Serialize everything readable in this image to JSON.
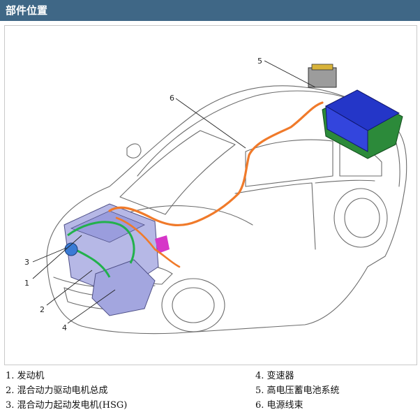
{
  "header": {
    "title": "部件位置"
  },
  "callouts": [
    "1",
    "2",
    "3",
    "4",
    "5",
    "6"
  ],
  "legend": [
    "1. 发动机",
    "2. 混合动力驱动电机总成",
    "3. 混合动力起动发电机(HSG)",
    "4. 变速器",
    "5. 高电压蓄电池系统",
    "6. 电源线束"
  ],
  "colors": {
    "header": "#3f6786",
    "harness": "#f07a2a",
    "battery": "#2436c8",
    "engine": "#8c8fd8",
    "green": "#22b14c",
    "magenta": "#d636c8"
  }
}
